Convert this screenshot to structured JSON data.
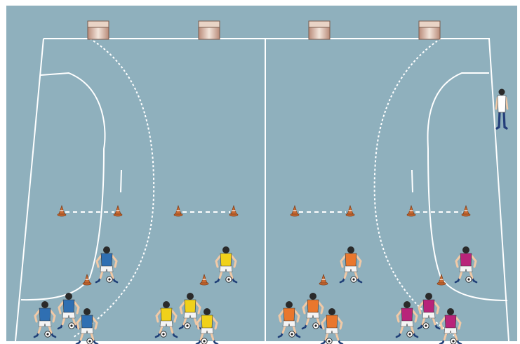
{
  "colors": {
    "court": "#8fb0bd",
    "line": "#ffffff",
    "box_light": "#f3e6dc",
    "box_dark": "#b98a78",
    "cone": "#c96a33",
    "team_blue": "#2f6fb2",
    "team_yellow": "#f0d11a",
    "team_orange": "#e9772d",
    "team_magenta": "#b8247a",
    "shorts": "#f4f4f4",
    "skin": "#f1c9a6"
  },
  "icons": {
    "equipment_box": "box-icon",
    "cone": "cone-icon",
    "player": "player-icon",
    "ball": "ball-icon",
    "coach": "coach-icon"
  },
  "drill": {
    "stations": [
      {
        "team": "blue",
        "front_players": 1,
        "queue_players": 3
      },
      {
        "team": "yellow",
        "front_players": 1,
        "queue_players": 3
      },
      {
        "team": "orange",
        "front_players": 1,
        "queue_players": 3
      },
      {
        "team": "magenta",
        "front_players": 1,
        "queue_players": 3
      }
    ],
    "cone_pairs": 4,
    "equipment_boxes": 4,
    "coaches": 1
  }
}
